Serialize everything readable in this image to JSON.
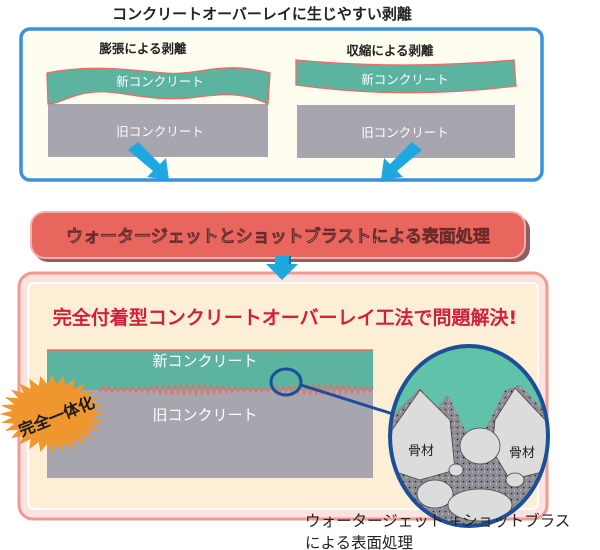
{
  "top_section": {
    "title": "コンクリートオーバーレイに生じやすい剥離",
    "left_panel": {
      "label": "膨張による剥離",
      "new_layer": "新コンクリート",
      "old_layer": "旧コンクリート"
    },
    "right_panel": {
      "label": "収縮による剥離",
      "new_layer": "新コンクリート",
      "old_layer": "旧コンクリート"
    }
  },
  "process_banner": {
    "label": "ウォータージェットとショットブラストによる表面処理"
  },
  "solution_section": {
    "title": "完全付着型コンクリートオーバーレイ工法で問題解決!",
    "new_layer": "新コンクリート",
    "old_layer": "旧コンクリート",
    "badge": "完全一体化",
    "detail_labels": [
      "骨材",
      "骨材"
    ],
    "caption_line1": "ウォータージェット +ショットブラス",
    "caption_line2": "による表面処理"
  },
  "colors": {
    "blue": "#2f8fd8",
    "arrow": "#1fa8e0",
    "green": "#5cb4a0",
    "gray": "#a7a5ae",
    "red_banner": "#e8665e",
    "title_red": "#d3203a",
    "badge_orange": "#f0962e",
    "circle_border": "#1c4f9a"
  }
}
